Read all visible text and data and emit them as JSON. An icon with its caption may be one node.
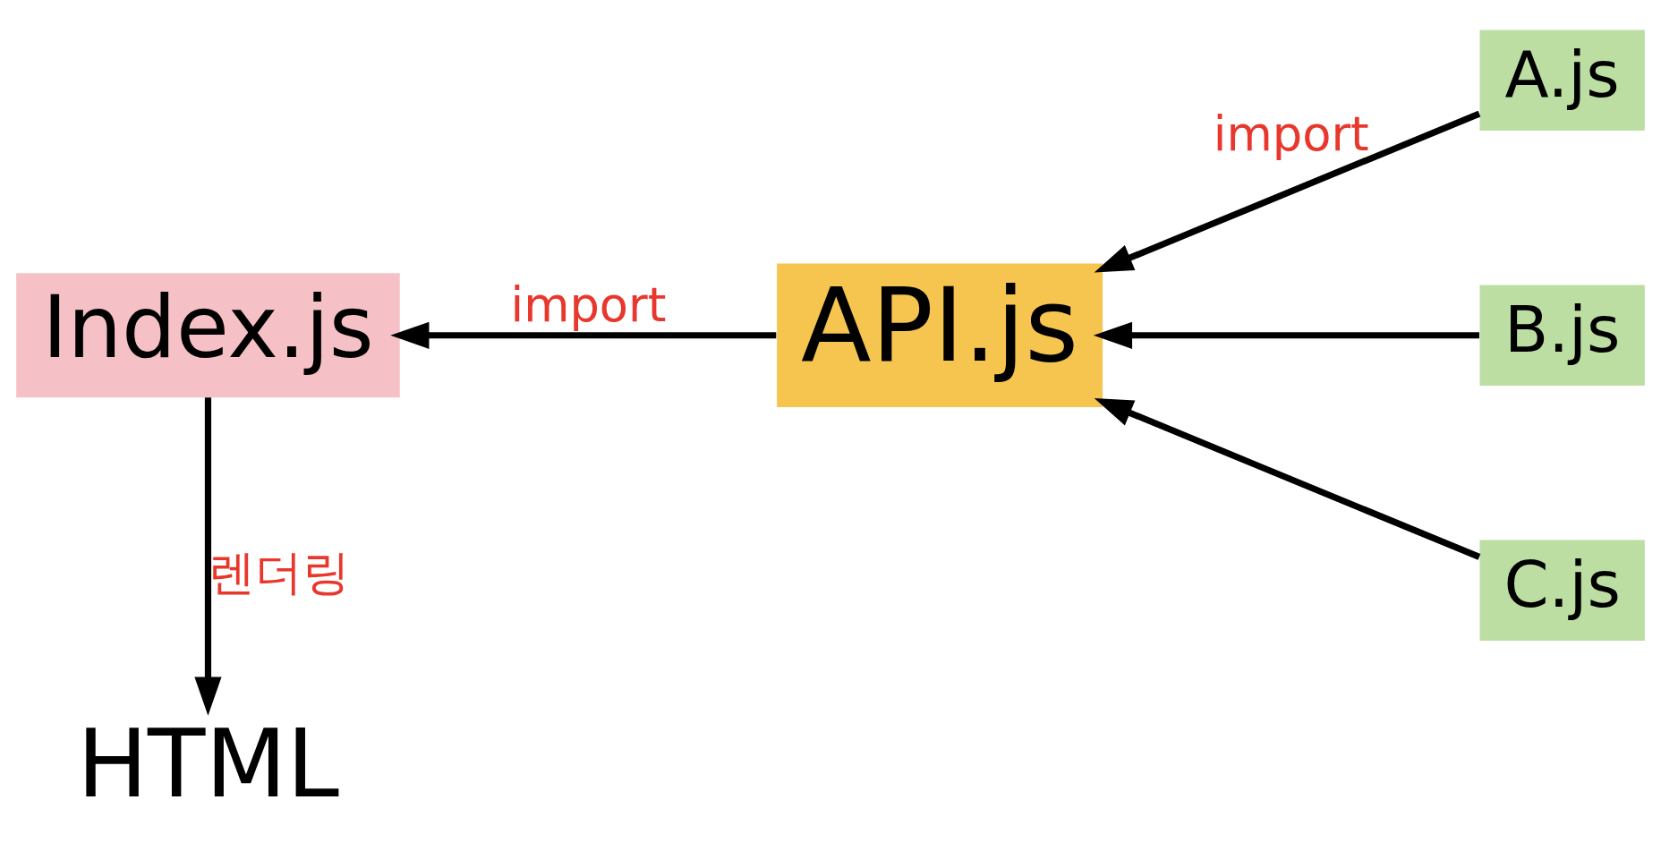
{
  "diagram": {
    "nodes": [
      {
        "text": [
          "Index.js"
        ]
      },
      {
        "text": [
          "API.js"
        ]
      },
      {
        "text": [
          "A.js"
        ]
      },
      {
        "text": [
          "B.js"
        ]
      },
      {
        "text": [
          "C.js"
        ]
      },
      {
        "text": [
          "HTML"
        ]
      }
    ],
    "edges": [
      {
        "from": 1,
        "to": 0,
        "arrow": "to",
        "label": "import"
      },
      {
        "from": 2,
        "to": 1,
        "arrow": "to",
        "label": "import"
      },
      {
        "from": 3,
        "to": 1,
        "arrow": "to"
      },
      {
        "from": 4,
        "to": 1,
        "arrow": "to"
      },
      {
        "from": 0,
        "to": 5,
        "arrow": "to",
        "label": "렌더링"
      }
    ]
  }
}
